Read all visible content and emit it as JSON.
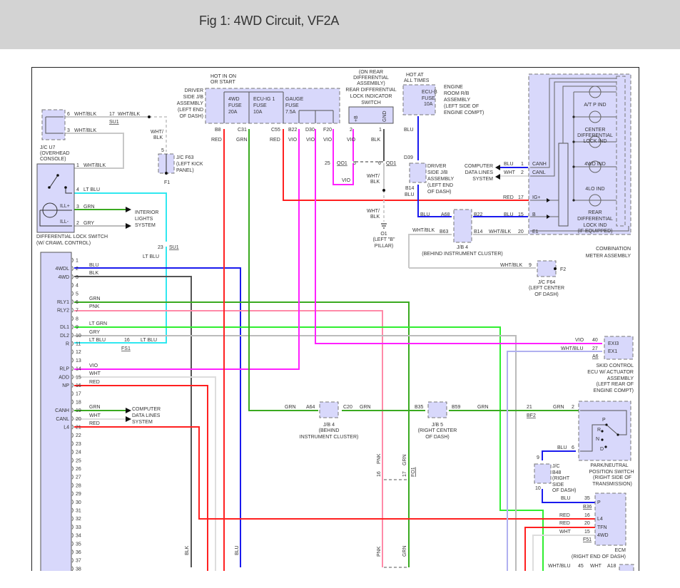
{
  "header": {
    "title": "Fig 1: 4WD Circuit, VF2A"
  },
  "colors": {
    "RED": "#ff2020",
    "GRN": "#3aaa20",
    "LT_GRN": "#30ee30",
    "BLU": "#1a1aee",
    "LT_BLU": "#30e8f0",
    "VIO": "#ff20ff",
    "PNK": "#ff8aa8",
    "BLK": "#555555",
    "GRY": "#bbbbbb",
    "WHT": "#dddddd",
    "WHT_BLU": "#b0b0f0",
    "WHT_BLK": "#c8c8c8",
    "component_fill": "#d8d8fb",
    "header_bg": "#d3d3d3"
  },
  "components": {
    "jc_u7": {
      "label": [
        "J/C U7",
        "(OVERHEAD",
        "CONSOLE)"
      ]
    },
    "jc_f63": {
      "label": [
        "J/C F63",
        "(LEFT KICK",
        "PANEL)"
      ],
      "pin": "5",
      "ground": "F1"
    },
    "diff_lock_switch": {
      "label": [
        "DIFFERENTIAL LOCK SWITCH",
        "(W/ CRAWL CONTROL)"
      ],
      "ill_plus": "ILL+",
      "ill_minus": "ILL-"
    },
    "interior_lights": {
      "label": [
        "INTERIOR",
        "LIGHTS",
        "SYSTEM"
      ]
    },
    "driver_jb": {
      "hot_label": [
        "HOT IN ON",
        "OR START"
      ],
      "label": [
        "DRIVER",
        "SIDE J/B",
        "ASSEMBLY",
        "(LEFT END",
        "OF DASH)"
      ],
      "fuses": [
        [
          "4WD",
          "FUSE",
          "20A"
        ],
        [
          "ECU-IG 1",
          "FUSE",
          "10A"
        ],
        [
          "GAUGE",
          "FUSE",
          "7.5A"
        ]
      ]
    },
    "rear_diff_switch": {
      "label": [
        "(ON REAR",
        "DIFFERENTIAL",
        "ASSEMBLY)",
        "REAR DIFFERENTIAL",
        "LOCK INDICATOR",
        "SWITCH"
      ],
      "pin_b": "+B",
      "pin_gnd": "GND"
    },
    "engine_rb": {
      "hot_label": [
        "HOT AT",
        "ALL TIMES"
      ],
      "fuse": [
        "ECU-B",
        "FUSE",
        "10A"
      ],
      "label": [
        "ENGINE",
        "ROOM R/B",
        "ASSEMBLY",
        "(LEFT SIDE OF",
        "ENGINE COMPT)"
      ]
    },
    "driver_jb2": {
      "label": [
        "DRIVER",
        "SIDE J/B",
        "ASSEMBLY",
        "(LEFT END",
        "OF DASH)"
      ],
      "pin_top": "D39",
      "pin_bottom": "B14"
    },
    "computer_data_lines": {
      "label": [
        "COMPUTER",
        "DATA LINES",
        "SYSTEM"
      ]
    },
    "combination_meter": {
      "label": [
        "COMBINATION",
        "METER ASSEMBLY"
      ],
      "pins": [
        "CANH",
        "CANL",
        "IG+",
        "B",
        "E1"
      ],
      "indicators": [
        [
          "A/T P IND"
        ],
        [
          "CENTER",
          "DIFFERENTIAL",
          "LOCK IND"
        ],
        [
          "4WD IND"
        ],
        [
          "4LO IND"
        ],
        [
          "REAR",
          "DIFFERENTIAL",
          "LOCK IND",
          "(IF EQUIPPED)"
        ]
      ]
    },
    "ground_o1": {
      "label": [
        "O1",
        "(LEFT \"B\"",
        "PILLAR)"
      ]
    },
    "jb4_top": {
      "label": [
        "J/B 4",
        "(BEHIND INSTRUMENT CLUSTER)"
      ]
    },
    "jc_f64": {
      "label": [
        "J/C F64",
        "(LEFT CENTER",
        "OF DASH)"
      ],
      "ground": "F2"
    },
    "main_ecu": {
      "pins": [
        {
          "n": "1",
          "name": "",
          "wire": ""
        },
        {
          "n": "2",
          "name": "4WDL",
          "wire": "BLU"
        },
        {
          "n": "3",
          "name": "4WD",
          "wire": "BLK"
        },
        {
          "n": "4",
          "name": "",
          "wire": ""
        },
        {
          "n": "5",
          "name": "",
          "wire": ""
        },
        {
          "n": "6",
          "name": "RLY1",
          "wire": "GRN"
        },
        {
          "n": "7",
          "name": "RLY2",
          "wire": "PNK"
        },
        {
          "n": "8",
          "name": "",
          "wire": ""
        },
        {
          "n": "9",
          "name": "DL1",
          "wire": "LT GRN"
        },
        {
          "n": "10",
          "name": "DL2",
          "wire": "GRY"
        },
        {
          "n": "11",
          "name": "R",
          "wire": "LT BLU"
        },
        {
          "n": "12",
          "name": "",
          "wire": ""
        },
        {
          "n": "13",
          "name": "",
          "wire": ""
        },
        {
          "n": "14",
          "name": "RLP",
          "wire": "VIO"
        },
        {
          "n": "15",
          "name": "ADD",
          "wire": "WHT"
        },
        {
          "n": "16",
          "name": "NP",
          "wire": "RED"
        },
        {
          "n": "17",
          "name": "",
          "wire": ""
        },
        {
          "n": "18",
          "name": "",
          "wire": ""
        },
        {
          "n": "19",
          "name": "CANH",
          "wire": "GRN"
        },
        {
          "n": "20",
          "name": "CANL",
          "wire": "WHT"
        },
        {
          "n": "21",
          "name": "L4",
          "wire": "RED"
        },
        {
          "n": "22",
          "name": "",
          "wire": ""
        },
        {
          "n": "23",
          "name": "",
          "wire": ""
        },
        {
          "n": "24",
          "name": "",
          "wire": ""
        },
        {
          "n": "25",
          "name": "",
          "wire": ""
        },
        {
          "n": "26",
          "name": "",
          "wire": ""
        },
        {
          "n": "27",
          "name": "",
          "wire": ""
        },
        {
          "n": "28",
          "name": "",
          "wire": ""
        },
        {
          "n": "29",
          "name": "",
          "wire": ""
        },
        {
          "n": "30",
          "name": "",
          "wire": ""
        },
        {
          "n": "31",
          "name": "",
          "wire": ""
        },
        {
          "n": "32",
          "name": "",
          "wire": ""
        },
        {
          "n": "33",
          "name": "",
          "wire": ""
        },
        {
          "n": "34",
          "name": "",
          "wire": ""
        },
        {
          "n": "35",
          "name": "",
          "wire": ""
        },
        {
          "n": "36",
          "name": "",
          "wire": ""
        },
        {
          "n": "37",
          "name": "",
          "wire": ""
        },
        {
          "n": "38",
          "name": "",
          "wire": ""
        }
      ]
    },
    "jb4_mid": {
      "label": [
        "J/B 4",
        "(BEHIND",
        "INSTRUMENT CLUSTER)"
      ],
      "pin_in": "A64",
      "pin_out": "C20"
    },
    "jb5": {
      "label": [
        "J/B 5",
        "(RIGHT CENTER",
        "OF DASH)"
      ],
      "pin_in": "B35",
      "pin_out": "B59"
    },
    "skid_ecu": {
      "label": [
        "SKID CONTROL",
        "ECU W/ ACTUATOR",
        "ASSEMBLY",
        "(LEFT REAR OF",
        "ENGINE COMPT)"
      ],
      "pins": [
        "EXI3",
        "EX1"
      ],
      "connector": "A6"
    },
    "park_neutral": {
      "label": [
        "PARK/NEUTRAL",
        "POSITION SWITCH",
        "(RIGHT SIDE OF",
        "TRANSMISSION)"
      ],
      "positions": [
        "P",
        "R",
        "N",
        "D"
      ]
    },
    "jc_b48": {
      "label": [
        "J/C",
        "B48",
        "(RIGHT",
        "SIDE",
        "OF DASH)"
      ],
      "pin_top": "9",
      "pin_bottom": "10"
    },
    "ecm": {
      "label": [
        "ECM",
        "(RIGHT END OF DASH)"
      ],
      "pins": [
        "P",
        "L4",
        "TFN",
        "4WD"
      ],
      "connectors": [
        "B36",
        "F51"
      ]
    }
  },
  "wire_labels": {
    "u7_6": "WHT/BLK",
    "u7_6_pin": "6",
    "su1_17": "17",
    "su1_17_wire": "WHT/BLK",
    "su1": "SU1",
    "wht_blk": "WHT/",
    "blk": "BLK",
    "u7_3": "WHT/BLK",
    "u7_3_pin": "3",
    "sw_1": "WHT/BLK",
    "sw_1_pin": "1",
    "sw_4": "LT BLU",
    "sw_4_pin": "4",
    "sw_3": "GRN",
    "sw_3_pin": "3",
    "sw_2": "GRY",
    "sw_2_pin": "2",
    "su1_23": "23",
    "lt_blu": "LT BLU",
    "fs1_16": "16",
    "fs1": "FS1",
    "fs1_wire": "LT BLU",
    "b8": "B8",
    "c31": "C31",
    "c55": "C55",
    "b22": "B22",
    "d30": "D30",
    "f20": "F20",
    "red": "RED",
    "grn": "GRN",
    "vio": "VIO",
    "blu": "BLU",
    "blk_w": "BLK",
    "pnk": "PNK",
    "wht": "WHT",
    "rd_2": "2",
    "rd_1": "1",
    "qo1_25": "25",
    "qo1": "QO1",
    "qd1_5": "5",
    "qd1_6": "6",
    "qd1": "QD1",
    "canh_1": "1",
    "canl_2": "2",
    "ig_17": "17",
    "b_15": "15",
    "e1_20": "20",
    "a68": "A68",
    "b22b": "B22",
    "b63": "B63",
    "b14": "B14",
    "wht_blk_full": "WHT/BLK",
    "f64_9": "9",
    "ex_40": "40",
    "ex_27": "27",
    "wht_blu": "WHT/BLU",
    "bf2_21": "21",
    "bf2": "BF2",
    "pn_2": "2",
    "pn_6": "6",
    "ecm_35": "35",
    "ecm_16": "16",
    "ecm_20": "20",
    "ecm_15": "15",
    "fo1_16": "16",
    "fo1_17": "17",
    "fo1": "FO1",
    "bot_45": "45",
    "bot_a18": "A18"
  }
}
